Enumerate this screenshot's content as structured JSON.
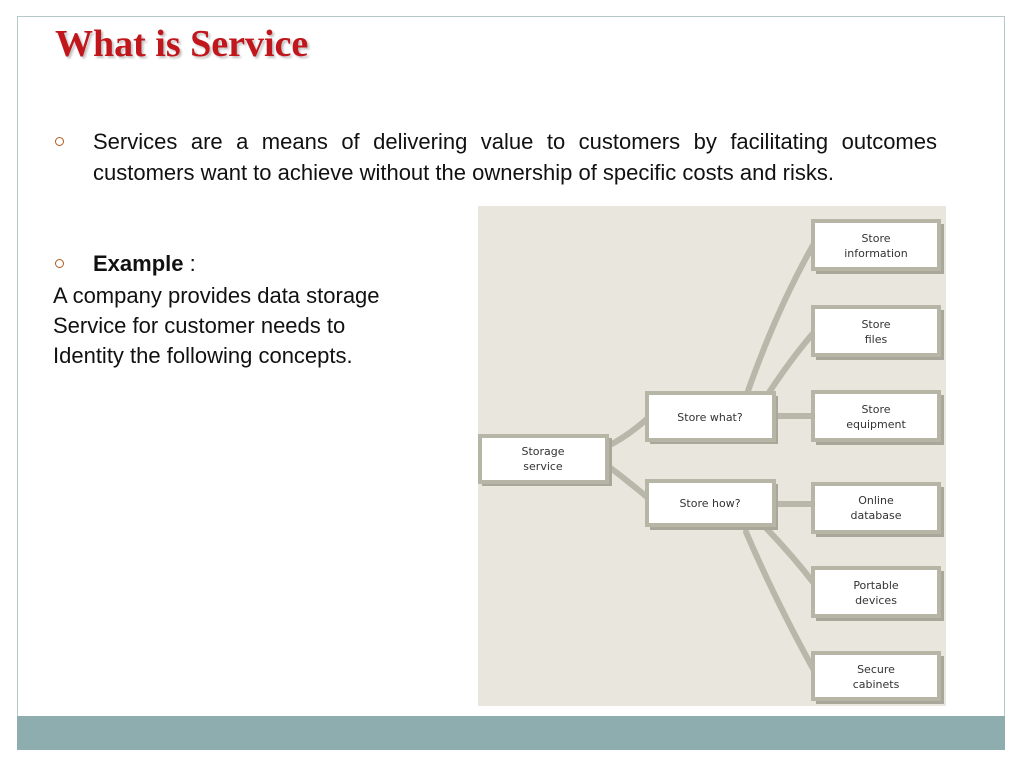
{
  "slide": {
    "title": "What is Service",
    "bullets": [
      {
        "text": "Services are a means of delivering value to customers by facilitating outcomes customers want to achieve without the ownership of specific costs and risks."
      },
      {
        "label": "Example",
        "suffix": " :"
      }
    ],
    "lines": [
      "A company provides data storage",
      "Service for customer needs to",
      "Identity the following concepts."
    ]
  },
  "diagram": {
    "root": {
      "line1": "Storage",
      "line2": "service"
    },
    "branches": [
      {
        "label": "Store what?",
        "children": [
          {
            "line1": "Store",
            "line2": "information"
          },
          {
            "line1": "Store",
            "line2": "files"
          },
          {
            "line1": "Store",
            "line2": "equipment"
          }
        ]
      },
      {
        "label": "Store how?",
        "children": [
          {
            "line1": "Online",
            "line2": "database"
          },
          {
            "line1": "Portable",
            "line2": "devices"
          },
          {
            "line1": "Secure",
            "line2": "cabinets"
          }
        ]
      }
    ]
  }
}
